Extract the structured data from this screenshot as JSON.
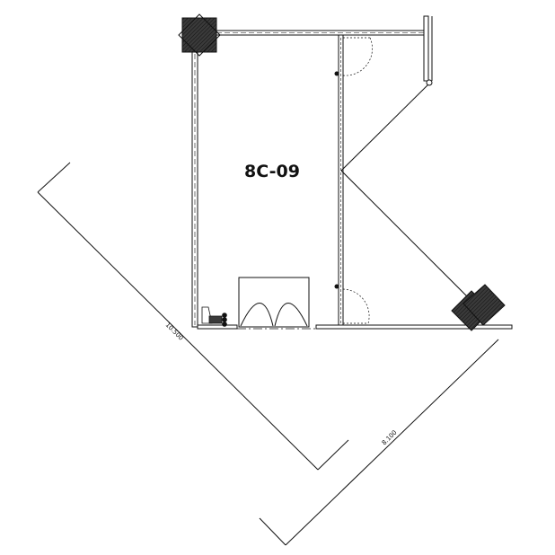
{
  "plan": {
    "room_label": "8C-09",
    "dimension_diagonal_1": "10.500",
    "dimension_diagonal_2": "8.100"
  },
  "colors": {
    "line": "#111111",
    "wall_fill": "#ffffff",
    "column_fill": "#3a3a3a",
    "background": "#ffffff"
  }
}
